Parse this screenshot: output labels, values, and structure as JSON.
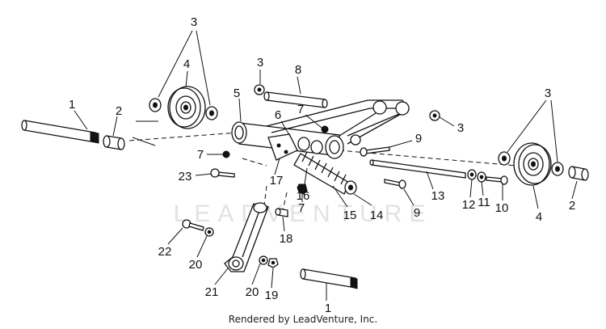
{
  "diagram": {
    "credit": "Rendered by LeadVenture, Inc.",
    "watermark": "LEADVENTURE",
    "callouts": {
      "c1_left": "1",
      "c1_bottom": "1",
      "c2_left": "2",
      "c2_right": "2",
      "c3_topleft": "3",
      "c3_topmid": "3",
      "c3_mid": "3",
      "c3_topright": "3",
      "c4_left": "4",
      "c4_right": "4",
      "c5": "5",
      "c6": "6",
      "c7_top": "7",
      "c7_left": "7",
      "c7_bottom": "7",
      "c8": "8",
      "c9_top": "9",
      "c9_bottom": "9",
      "c10": "10",
      "c11": "11",
      "c12": "12",
      "c13": "13",
      "c14": "14",
      "c15": "15",
      "c16": "16",
      "c17": "17",
      "c18": "18",
      "c19": "19",
      "c20_left": "20",
      "c20_bottom": "20",
      "c21": "21",
      "c22": "22",
      "c23": "23"
    }
  }
}
